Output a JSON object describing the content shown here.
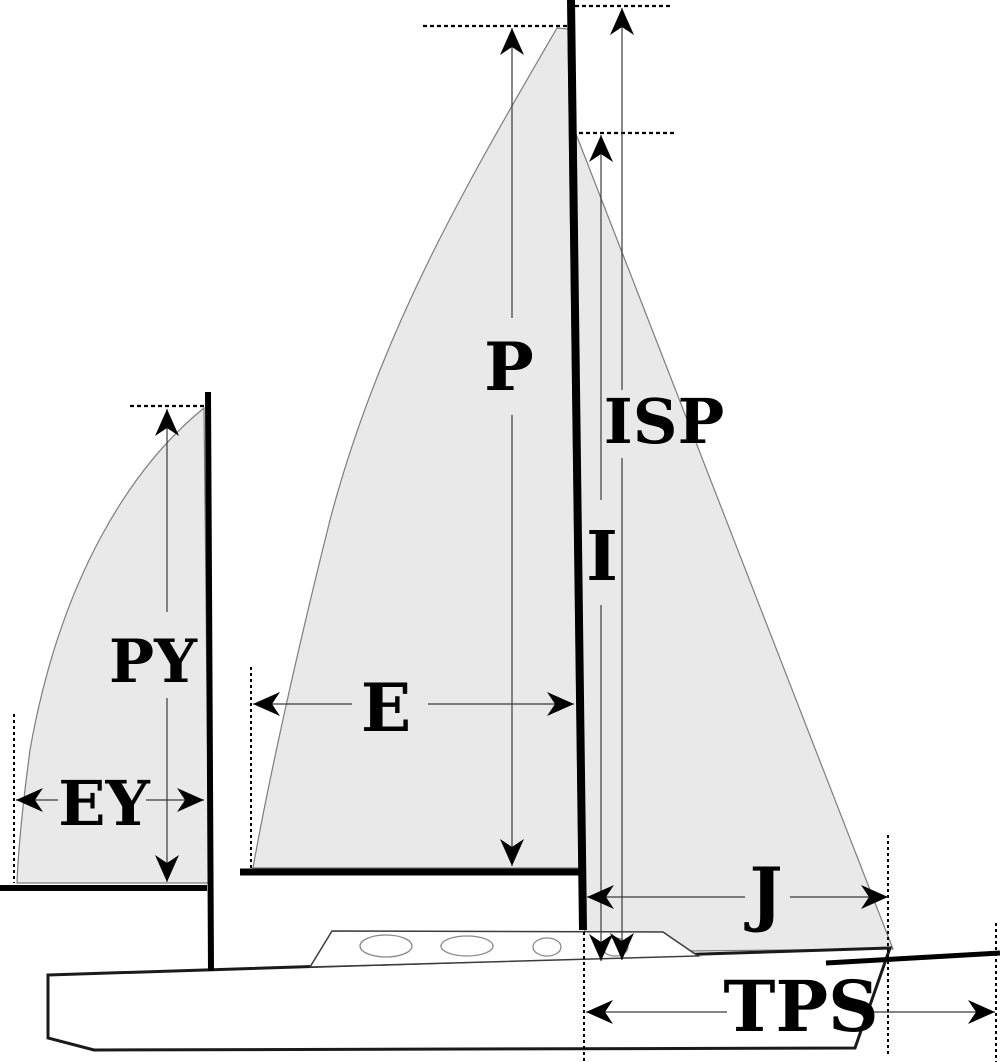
{
  "diagram": {
    "type": "sailplan-measurement-diagram",
    "labels": {
      "p": "P",
      "isp": "ISP",
      "i": "I",
      "e": "E",
      "j": "J",
      "tps": "TPS",
      "py": "PY",
      "ey": "EY"
    },
    "colors": {
      "sail_fill": "#e9e9e9",
      "sail_outline": "#7d7d7d",
      "spar": "#000000",
      "measure_line": "#3a3a3a",
      "datum_dotted": "#000000",
      "hull_outline": "#1a1a1a"
    }
  }
}
